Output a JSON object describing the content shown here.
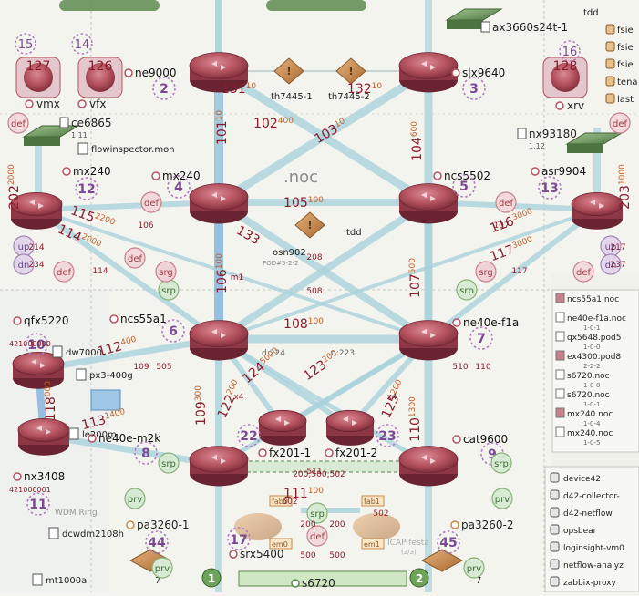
{
  "title": ".noc",
  "colors": {
    "background": "#f4f4ef",
    "link": "#a9d2db",
    "link_strong": "#6aa6cf",
    "router": "#b4535f",
    "router_dark": "#7e2c3a",
    "label_red": "#8a1c2b",
    "rate_orange": "#c0602a",
    "purple": "#7b4a93",
    "green_box": "#5c8a4f",
    "bronze": "#c98a4a"
  },
  "routers": [
    {
      "id": "ne9000",
      "name": "ne9000",
      "num": "2"
    },
    {
      "id": "slx9640",
      "name": "slx9640",
      "num": "3"
    },
    {
      "id": "mx240a",
      "name": "mx240",
      "num": "4"
    },
    {
      "id": "ncs5502",
      "name": "ncs5502",
      "num": "5"
    },
    {
      "id": "ncs55a1",
      "name": "ncs55a1",
      "num": "6"
    },
    {
      "id": "ne40ef1a",
      "name": "ne40e-f1a",
      "num": "7"
    },
    {
      "id": "ne40em2k",
      "name": "ne40e-m2k",
      "num": "8"
    },
    {
      "id": "cat9600",
      "name": "cat9600",
      "num": "9"
    },
    {
      "id": "qfx5220",
      "name": "qfx5220",
      "num": "10"
    },
    {
      "id": "nx3408",
      "name": "nx3408",
      "num": "11"
    },
    {
      "id": "mx240b",
      "name": "mx240",
      "num": "12"
    },
    {
      "id": "asr9904",
      "name": "asr9904",
      "num": "13"
    },
    {
      "id": "fx201a",
      "name": "fx201-1",
      "num": "22"
    },
    {
      "id": "fx201b",
      "name": "fx201-2",
      "num": "23"
    },
    {
      "id": "srx5400",
      "name": "srx5400",
      "num": "17"
    },
    {
      "id": "pa3260a",
      "name": "pa3260-1",
      "num": "44"
    },
    {
      "id": "pa3260b",
      "name": "pa3260-2",
      "num": "45"
    }
  ],
  "extra_labels": {
    "vmx": "vmx",
    "vfx": "vfx",
    "xrv": "xrv",
    "n15": "15",
    "n14": "14",
    "n16": "16",
    "n127": "127",
    "n126": "126",
    "n128": "128",
    "ce6865": "ce6865",
    "ce6865_sub": "1.11",
    "nx93180": "nx93180",
    "nx93180_sub": "1.12",
    "ax3660": "ax3660s24t-1",
    "flowinspector": "flowinspector.mon",
    "th1": "th7445-1",
    "th2": "th7445-2",
    "osn902": "osn902",
    "pod": "POD#5-2-2",
    "tdd1": "tdd",
    "tdd2": "tdd",
    "dw7000": "dw7000",
    "px3": "px3-400g",
    "le200m": "le200m",
    "num_qfx": "421000000",
    "num_nx": "421000001",
    "wdm": "WDM Ring",
    "dcwdm": "dcwdm2108h",
    "mt1000a": "mt1000a",
    "s6720": "s6720",
    "icap": "ICAP festa",
    "icap_sub": "(2/3)",
    "fab0": "fab0",
    "fab1": "fab1",
    "em0": "em0",
    "em1": "em1",
    "seven_a": "7",
    "seven_b": "7"
  },
  "pills": {
    "srp_a": "srp",
    "srp_b": "srp",
    "srp_c": "srp",
    "srp_d": "srp",
    "srp_e": "srp",
    "srg_a": "srg",
    "srg_b": "srg",
    "def_a": "def",
    "def_b": "def",
    "def_c": "def",
    "def_d": "def",
    "def_e": "def",
    "def_f": "def",
    "def_g": "def",
    "def_h": "def",
    "up_a": "up",
    "dn_a": "dn",
    "up_b": "up",
    "dn_b": "dn",
    "prv_a": "prv",
    "prv_b": "prv",
    "prv_c": "prv",
    "prv_d": "prv"
  },
  "link_labels": [
    {
      "id": "l101",
      "text": "101",
      "sup": "10"
    },
    {
      "id": "l102",
      "text": "102",
      "sup": "400"
    },
    {
      "id": "l103",
      "text": "103",
      "sup": "10"
    },
    {
      "id": "l104",
      "text": "104",
      "sup": "600"
    },
    {
      "id": "l105",
      "text": "105",
      "sup": "100"
    },
    {
      "id": "l106",
      "text": "106",
      "sup": "100"
    },
    {
      "id": "l107",
      "text": "107",
      "sup": "500"
    },
    {
      "id": "l108",
      "text": "108",
      "sup": "100"
    },
    {
      "id": "l109",
      "text": "109",
      "sup": "300"
    },
    {
      "id": "l110",
      "text": "110",
      "sup": "1300"
    },
    {
      "id": "l111",
      "text": "111",
      "sup": "100"
    },
    {
      "id": "l112",
      "text": "112",
      "sup": "400"
    },
    {
      "id": "l113",
      "text": "113",
      "sup": "1400"
    },
    {
      "id": "l114",
      "text": "114",
      "sup": "2000"
    },
    {
      "id": "l115",
      "text": "115",
      "sup": "2200"
    },
    {
      "id": "l116",
      "text": "116",
      "sup": "3000"
    },
    {
      "id": "l117",
      "text": "117",
      "sup": "3000"
    },
    {
      "id": "l118",
      "text": "118",
      "sup": "000"
    },
    {
      "id": "l122",
      "text": "122",
      "sup": "200"
    },
    {
      "id": "l123",
      "text": "123",
      "sup": "200"
    },
    {
      "id": "l124",
      "text": "124",
      "sup": "5000"
    },
    {
      "id": "l125",
      "text": "125",
      "sup": "200"
    },
    {
      "id": "l131",
      "text": "131",
      "sup": "10"
    },
    {
      "id": "l132",
      "text": "132",
      "sup": "10"
    },
    {
      "id": "l133",
      "text": "133",
      "sup": ""
    },
    {
      "id": "l202",
      "text": "202",
      "sup": "2000"
    },
    {
      "id": "l203",
      "text": "203",
      "sup": "1000"
    }
  ],
  "small_numbers": {
    "n106": "106",
    "n107": "107",
    "n214": "214",
    "n234": "234",
    "n114": "114",
    "n217": "217",
    "n237": "237",
    "n117": "117",
    "n208": "208",
    "n508": "508",
    "n109": "109",
    "n505": "505",
    "n510": "510",
    "n110": "110",
    "n511": "511",
    "n502a": "502",
    "n502b": "502",
    "n200a": "200",
    "n200b": "200",
    "n500a": "500",
    "n500b": "500",
    "n200_500": "200;500;502",
    "d224": "d:224",
    "d223": "d:223",
    "x4a": "x4",
    "x4b": "x4",
    "m1": "m1"
  },
  "right_panel_1": [
    {
      "label": "ncs55a1.noc",
      "sub": ""
    },
    {
      "label": "ne40e-f1a.noc",
      "sub": "1-0-1"
    },
    {
      "label": "qx5648.pod5",
      "sub": "1-0-0"
    },
    {
      "label": "ex4300.pod8",
      "sub": "2-2-2"
    },
    {
      "label": "s6720.noc",
      "sub": "1-0-0"
    },
    {
      "label": "s6720.noc",
      "sub": "1-0-1"
    },
    {
      "label": "mx240.noc",
      "sub": "1-0-4"
    },
    {
      "label": "mx240.noc",
      "sub": "1-0-5"
    }
  ],
  "right_panel_2": [
    {
      "label": "device42"
    },
    {
      "label": "d42-collector-"
    },
    {
      "label": "d42-netflow"
    },
    {
      "label": "opsbear"
    },
    {
      "label": "loginsight-vm0"
    },
    {
      "label": "netflow-analyz"
    },
    {
      "label": "zabbix-proxy"
    }
  ],
  "top_right_list": [
    {
      "label": "tdd"
    },
    {
      "label": "fsie"
    },
    {
      "label": "fsie"
    },
    {
      "label": "fsie"
    },
    {
      "label": "tena"
    },
    {
      "label": "last"
    }
  ]
}
